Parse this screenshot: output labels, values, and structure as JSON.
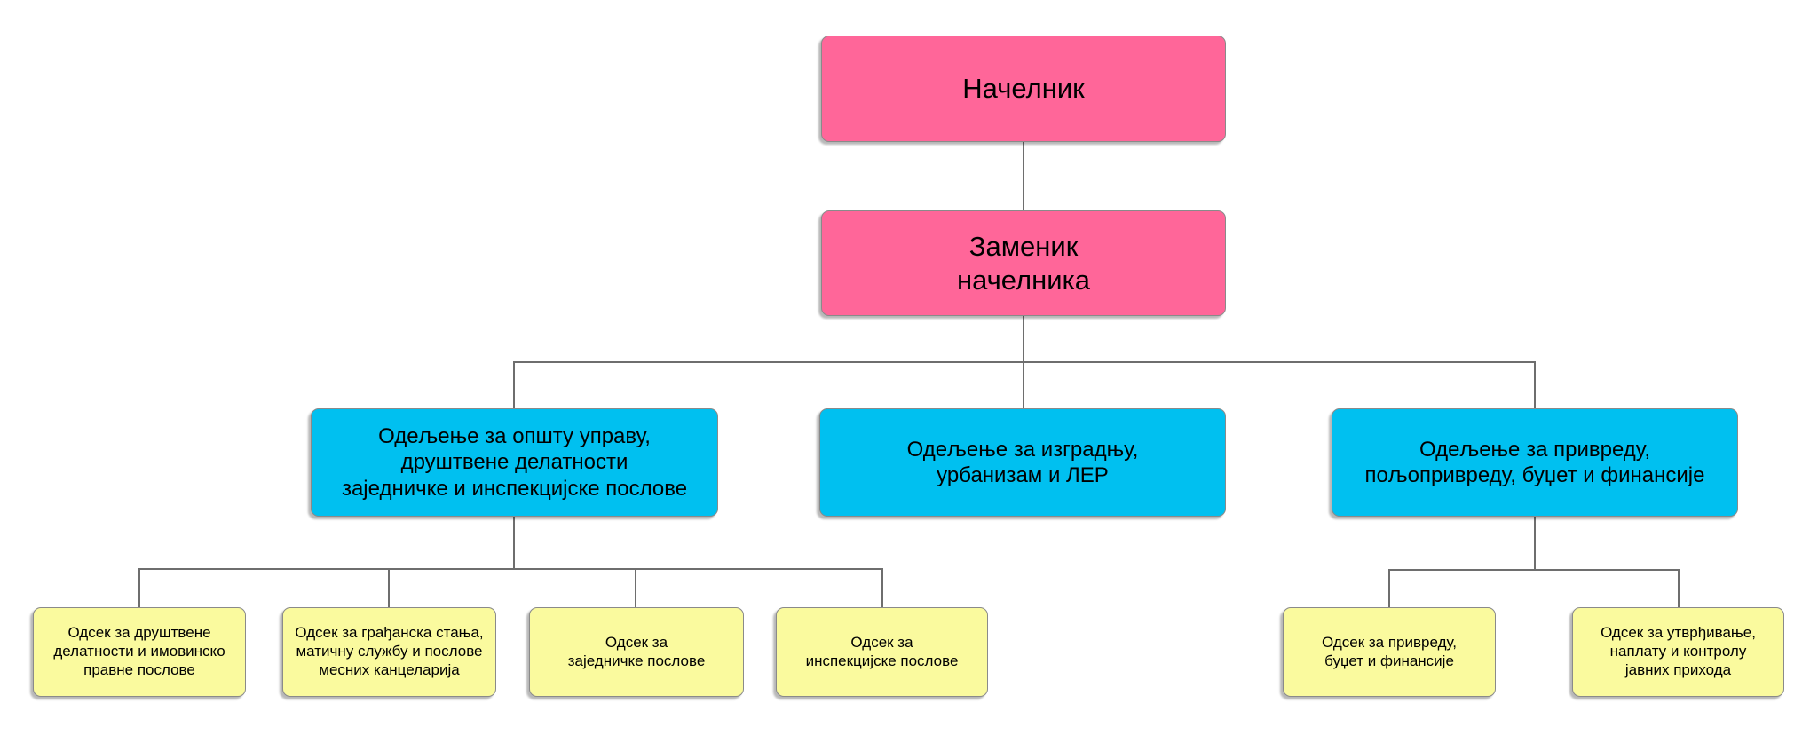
{
  "diagram": {
    "type": "org-chart",
    "language": "Serbian (Cyrillic)",
    "colors": {
      "executive_fill": "#ff6699",
      "department_fill": "#00c0f0",
      "section_fill": "#fafa9e",
      "connector": "#6e6e6e",
      "text": "#000000",
      "background": "#ffffff"
    }
  },
  "nodes": {
    "chief": {
      "label": "Начелник",
      "level": "executive"
    },
    "deputy": {
      "label": "Заменик\nначелника",
      "level": "executive",
      "reports_to": "Начелник"
    },
    "dept_general": {
      "label": "Одељење за општу управу,\nдруштвене делатности\nзаједничке и инспекцијске послове",
      "level": "department",
      "reports_to": "Заменик начелника"
    },
    "dept_construction": {
      "label": "Одељење за изградњу,\nурбанизам и ЛЕР",
      "level": "department",
      "reports_to": "Заменик начелника"
    },
    "dept_economy": {
      "label": "Одељење за привреду,\nпољопривреду, буџет и финансије",
      "level": "department",
      "reports_to": "Заменик начелника"
    },
    "sec_social": {
      "label": "Одсек за друштвене\nделатности и имовинско\nправне послове",
      "level": "section",
      "reports_to": "Одељење за општу управу, друштвене делатности заједничке и инспекцијске послове"
    },
    "sec_civil": {
      "label": "Одсек за грађанска стања,\nматичну службу и послове\nмесних канцеларија",
      "level": "section",
      "reports_to": "Одељење за општу управу, друштвене делатности заједничке и инспекцијске послове"
    },
    "sec_common": {
      "label": "Одсек за\nзаједничке послове",
      "level": "section",
      "reports_to": "Одељење за општу управу, друштвене делатности заједничке и инспекцијске послове"
    },
    "sec_inspection": {
      "label": "Одсек за\nинспекцијске послове",
      "level": "section",
      "reports_to": "Одељење за општу управу, друштвене делатности заједничке и инспекцијске послове"
    },
    "sec_finance": {
      "label": "Одсек за привреду,\nбуџет и финансије",
      "level": "section",
      "reports_to": "Одељење за привреду, пољопривреду, буџет и финансије"
    },
    "sec_revenue": {
      "label": "Одсек за утврђивање,\nнаплату и контролу\nјавних прихода",
      "level": "section",
      "reports_to": "Одељење за привреду, пољопривреду, буџет и финансије"
    }
  }
}
